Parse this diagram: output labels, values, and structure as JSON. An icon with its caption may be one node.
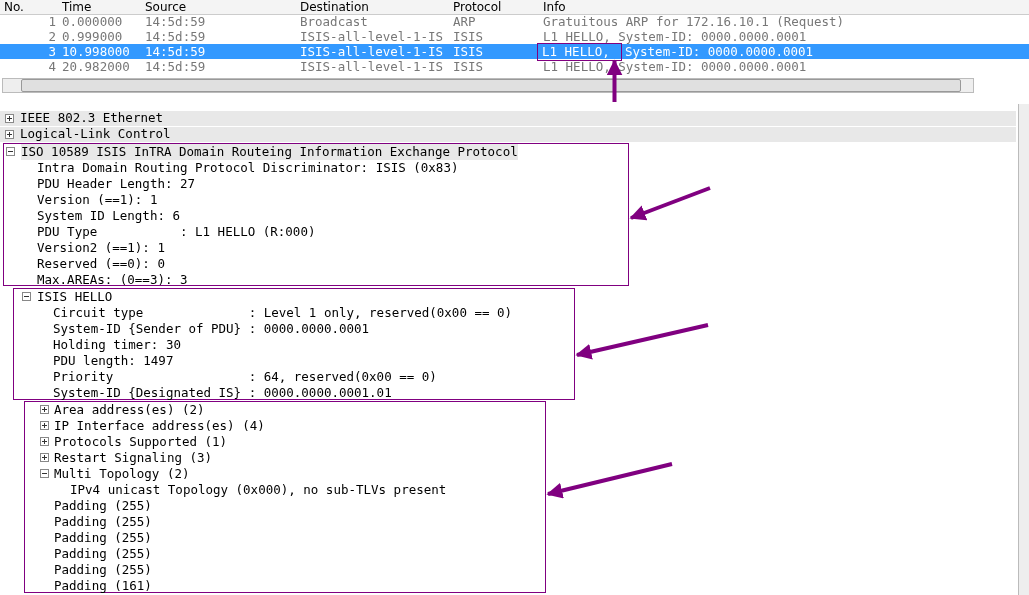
{
  "diagram": {
    "nodes": [
      {
        "text": [
          "L1 HELLO,"
        ]
      },
      {
        "text": [
          "ISO 10589 ISIS InTRA Domain Routeing Information Exchange Protocol",
          "Intra Domain Routing Protocol Discriminator: ISIS (0x83)",
          "PDU Header Length: 27",
          "Version (==1): 1",
          "System ID Length: 6",
          "PDU Type           : L1 HELLO (R:000)",
          "Version2 (==1): 1",
          "Reserved (==0): 0",
          "Max.AREAs: (0==3): 3"
        ]
      },
      {
        "text": [
          "ISIS HELLO",
          "Circuit type              : Level 1 only, reserved(0x00 == 0)",
          "System-ID {Sender of PDU} : 0000.0000.0001",
          "Holding timer: 30",
          "PDU length: 1497",
          "Priority                  : 64, reserved(0x00 == 0)",
          "System-ID {Designated IS} : 0000.0000.0001.01"
        ]
      },
      {
        "text": [
          "Area address(es) (2)",
          "IP Interface address(es) (4)",
          "Protocols Supported (1)",
          "Restart Signaling (3)",
          "Multi Topology (2)",
          "IPv4 unicast Topology (0x000), no sub-TLVs present",
          "Padding (255)",
          "Padding (255)",
          "Padding (255)",
          "Padding (255)",
          "Padding (255)",
          "Padding (161)"
        ]
      }
    ],
    "edges": [
      {
        "from": null,
        "to": 0,
        "arrow": "to"
      },
      {
        "from": null,
        "to": 1,
        "arrow": "to"
      },
      {
        "from": null,
        "to": 2,
        "arrow": "to"
      },
      {
        "from": null,
        "to": 3,
        "arrow": "to"
      }
    ],
    "labels": [
      "No.",
      "Time",
      "Source",
      "Destination",
      "Protocol",
      "Info",
      "1",
      "0.000000",
      "14:5d:59",
      "Broadcast",
      "ARP",
      "Gratuitous ARP for 172.16.10.1 (Request)",
      "2",
      "0.999000",
      "14:5d:59",
      "ISIS-all-level-1-IS",
      "ISIS",
      "L1 HELLO, System-ID: 0000.0000.0001",
      "3",
      "10.998000",
      "14:5d:59",
      "ISIS-all-level-1-IS",
      "ISIS",
      "System-ID: 0000.0000.0001",
      "4",
      "20.982000",
      "14:5d:59",
      "ISIS-all-level-1-IS",
      "ISIS",
      "L1 HELLO, System-ID: 0000.0000.0001",
      "IEEE 802.3 Ethernet",
      "Logical-Link Control"
    ]
  }
}
